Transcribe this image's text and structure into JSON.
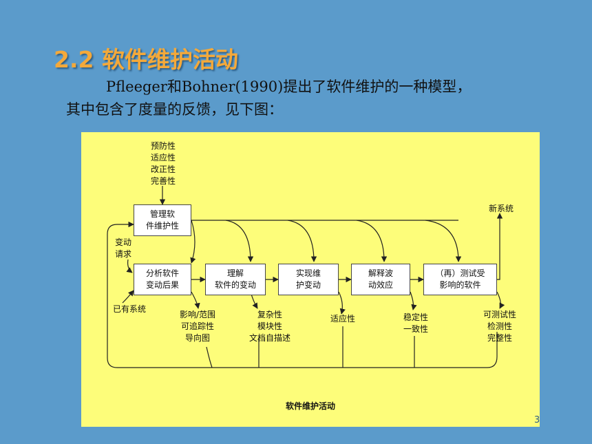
{
  "slide": {
    "title": "2.2 软件维护活动",
    "body_line1": "Pfleeger和Bohner(1990)提出了软件维护的一种模型，",
    "body_line2": "其中包含了度量的反馈，见下图：",
    "page_number": "3"
  },
  "diagram": {
    "caption": "软件维护活动",
    "inputs": "预防性\n适应性\n改正性\n完善性",
    "output_label": "新系统",
    "change_request_label": "变动\n请求",
    "existing_system_label": "已有系统",
    "boxes": {
      "manage": "管理软\n件维护性",
      "analyze": "分析软件\n变动后果",
      "understand": "理解\n软件的变动",
      "implement": "实现维\n护变动",
      "ripple": "解释波\n动效应",
      "retest": "（再）测试受\n影响的软件"
    },
    "metrics": {
      "analyze": "影响/范围\n可追踪性\n导向图",
      "understand": "复杂性\n模块性\n文档自描述",
      "implement": "适应性",
      "ripple": "稳定性\n一致性",
      "retest": "可测试性\n检测性\n完整性"
    }
  }
}
